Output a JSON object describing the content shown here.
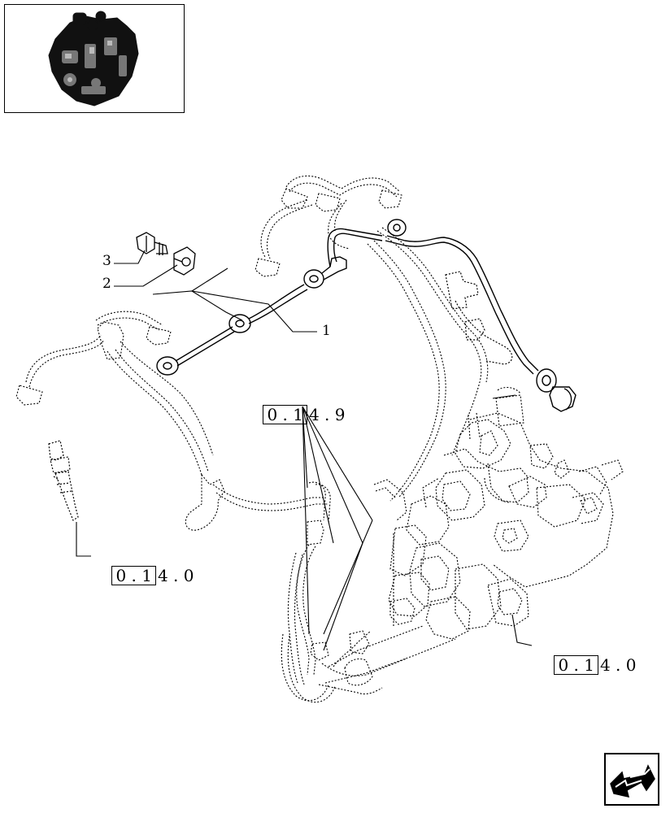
{
  "thumbnail": {
    "icon": "engine-thumbnail-icon"
  },
  "callouts": [
    {
      "num": "1"
    },
    {
      "num": "2"
    },
    {
      "num": "3"
    }
  ],
  "refs": [
    {
      "boxed": "0 . 1",
      "rest": "4 . 9"
    },
    {
      "boxed": "0 . 1",
      "rest": "4 . 0"
    },
    {
      "boxed": "0 . 1",
      "rest": "4 . 0"
    }
  ],
  "nav": {
    "icon": "next-page-arrow-icon"
  }
}
